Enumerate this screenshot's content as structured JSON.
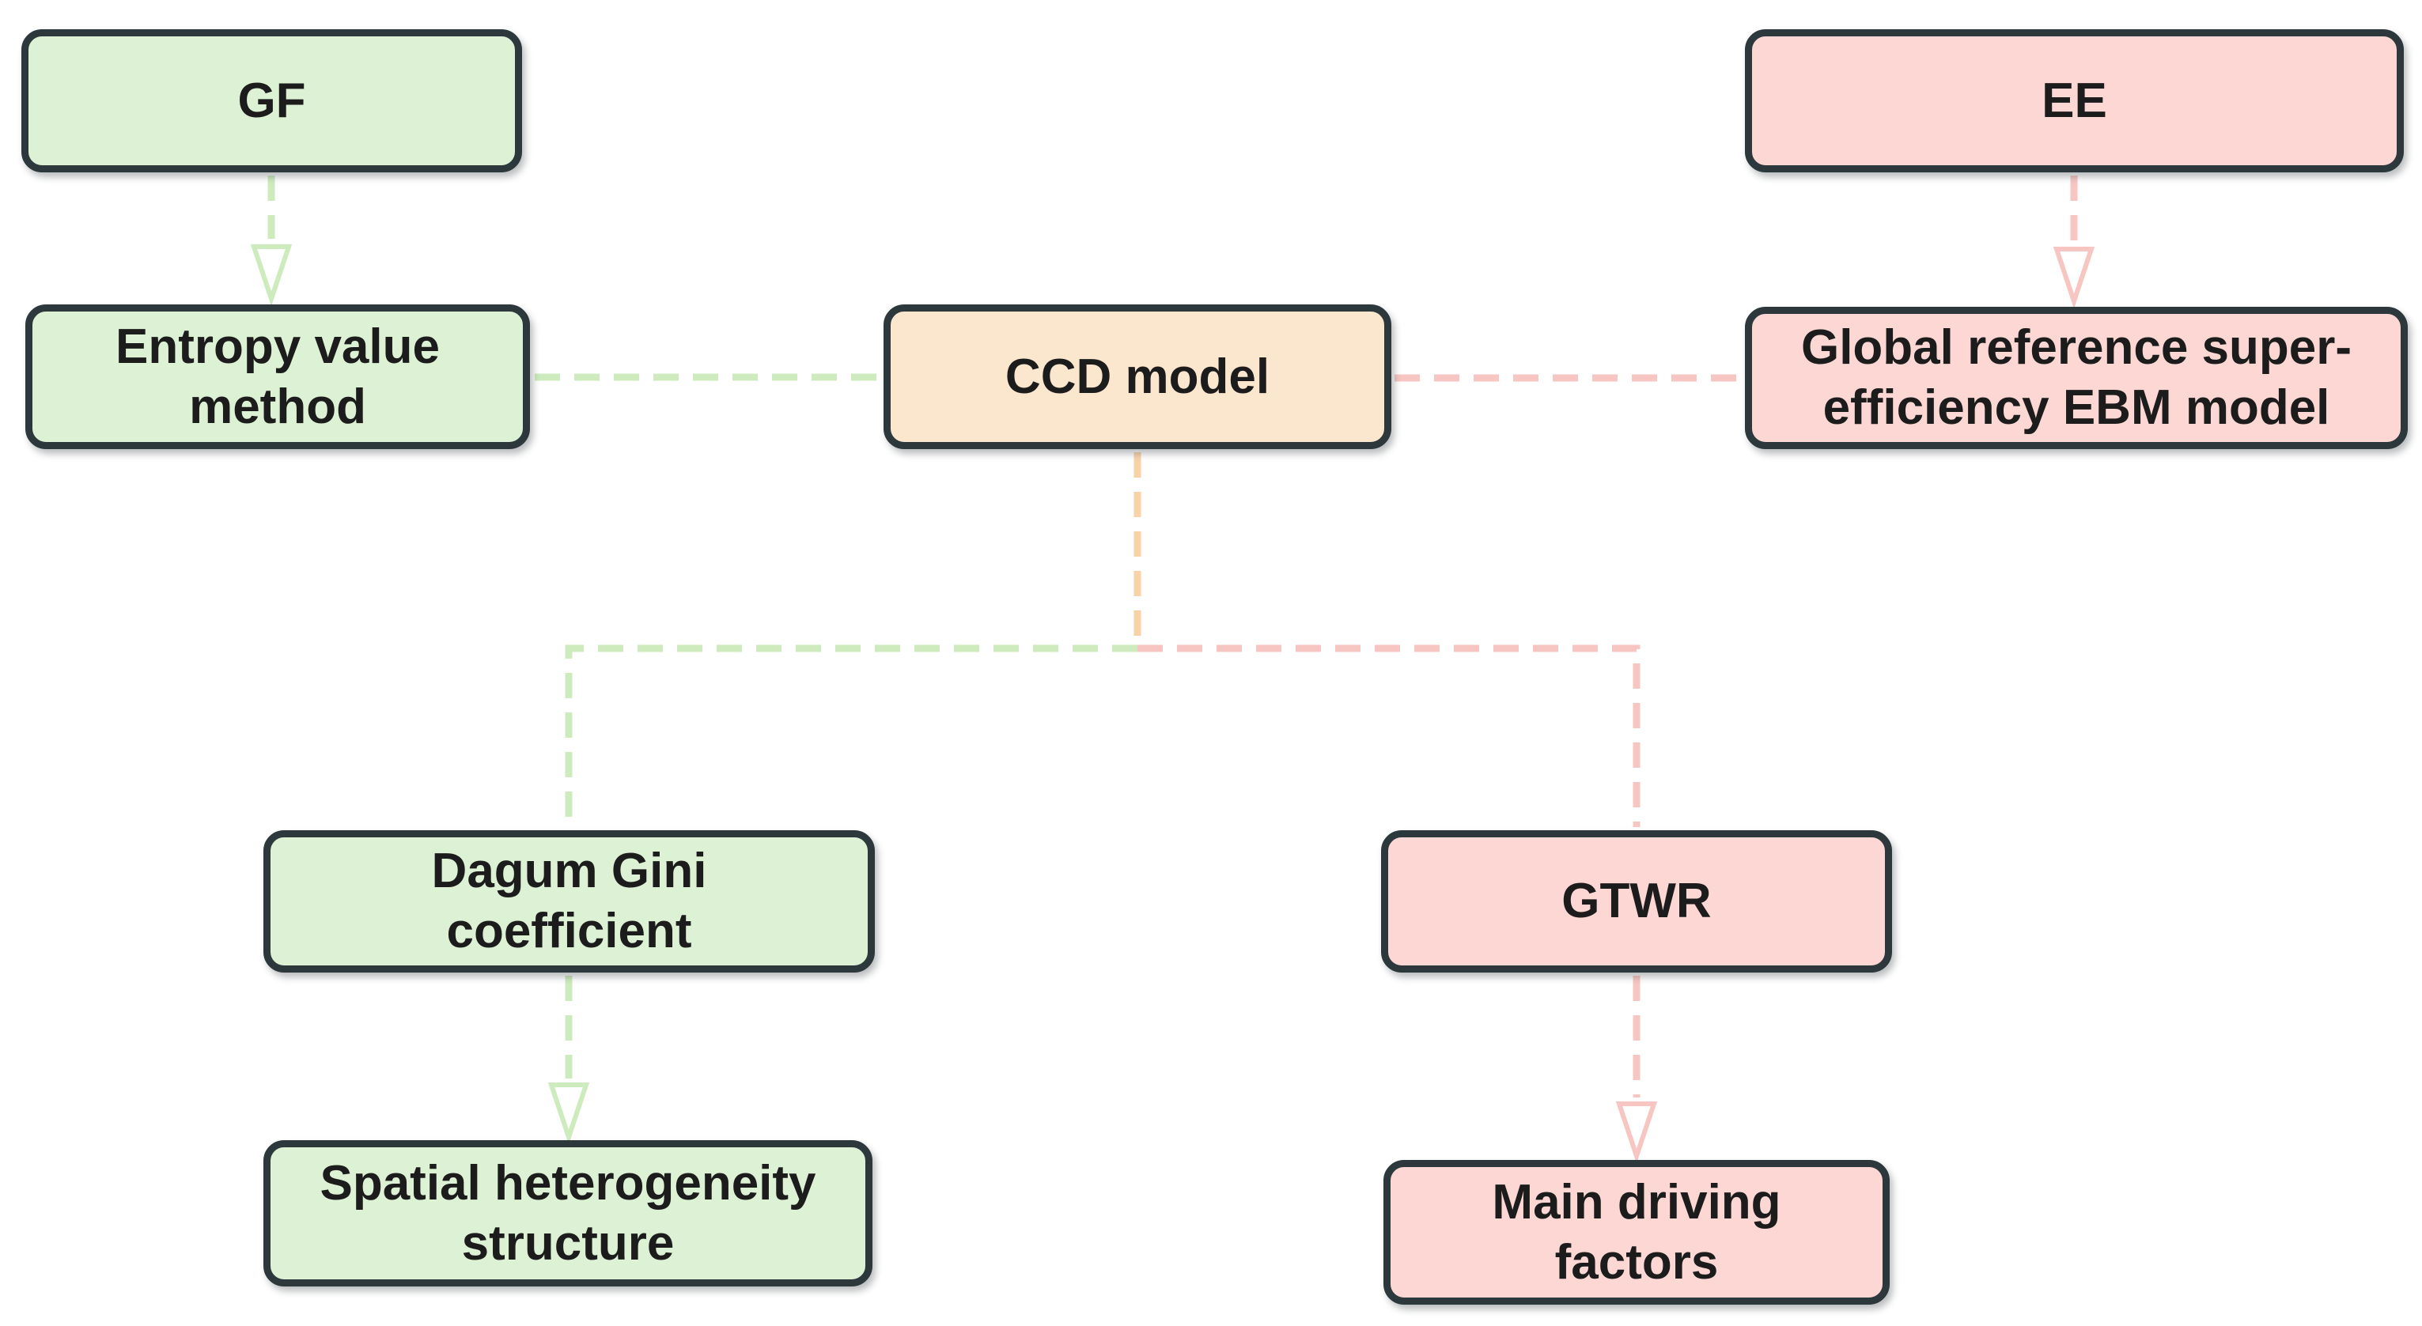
{
  "diagram": {
    "background": "#ffffff",
    "nodes": {
      "gf": {
        "label": "GF",
        "theme": "green"
      },
      "ee": {
        "label": "EE",
        "theme": "pink"
      },
      "entropy": {
        "label": "Entropy value\nmethod",
        "theme": "green"
      },
      "ccd": {
        "label": "CCD model",
        "theme": "orange"
      },
      "ebm": {
        "label": "Global reference super-\nefficiency EBM model",
        "theme": "pink"
      },
      "dagum": {
        "label": "Dagum Gini\ncoefficient",
        "theme": "green"
      },
      "gtwr": {
        "label": "GTWR",
        "theme": "pink"
      },
      "spatial": {
        "label": "Spatial heterogeneity\nstructure",
        "theme": "green"
      },
      "main": {
        "label": "Main driving\nfactors",
        "theme": "pink"
      }
    },
    "edges": [
      {
        "from": "GF",
        "to": "Entropy value method",
        "line": "dashed",
        "arrowhead": "open-triangle",
        "color": "#cdebbd"
      },
      {
        "from": "EE",
        "to": "Global reference super-efficiency EBM model",
        "line": "dashed",
        "arrowhead": "open-triangle",
        "color": "#f8c6c2"
      },
      {
        "from": "Entropy value method",
        "to": "CCD model",
        "line": "dashed",
        "arrowhead": "none",
        "color": "#cdebbd"
      },
      {
        "from": "CCD model",
        "to": "Global reference super-efficiency EBM model",
        "line": "dashed",
        "arrowhead": "none",
        "color": "#f8c6c2"
      },
      {
        "from": "CCD model",
        "to": "Dagum Gini coefficient",
        "line": "dashed",
        "arrowhead": "none",
        "color": "#fad2a8/#cdebbd"
      },
      {
        "from": "CCD model",
        "to": "GTWR",
        "line": "dashed",
        "arrowhead": "none",
        "color": "#fad2a8/#f8c6c2"
      },
      {
        "from": "Dagum Gini coefficient",
        "to": "Spatial heterogeneity structure",
        "line": "dashed",
        "arrowhead": "open-triangle",
        "color": "#cdebbd"
      },
      {
        "from": "GTWR",
        "to": "Main driving factors",
        "line": "dashed",
        "arrowhead": "open-triangle",
        "color": "#f8c6c2"
      }
    ],
    "colors": {
      "green_fill": "#ddf1d5",
      "pink_fill": "#fcd7d3",
      "orange_fill": "#fbe6ce",
      "green_line": "#cdebbd",
      "pink_line": "#f8c6c2",
      "orange_line": "#fad2a8",
      "node_border": "#2d383c",
      "text": "#1c1c1c"
    }
  }
}
